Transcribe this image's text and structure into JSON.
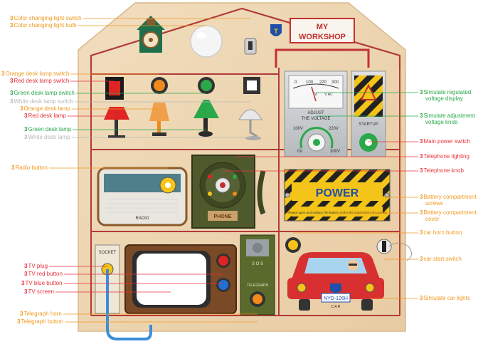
{
  "board": {
    "title_line1": "MY",
    "title_line2": "WORKSHOP",
    "voltmeter": {
      "scale": [
        "0",
        "100",
        "220",
        "300"
      ],
      "unit": "V",
      "unit_ac": "V AC",
      "caption_line1": "ADJUST",
      "caption_line2": "THE VOLTAGE",
      "knob_scale": [
        "100V",
        "220V",
        "0V",
        "300V"
      ]
    },
    "startup_label": "STARTUP",
    "radio_label": "RADIO",
    "phone_label": "PHONE",
    "power_label": "POWER",
    "power_warning": "Please open and replace the battery under the supervision of a parent",
    "socket_label": "SOCKET",
    "sos_label": "S O S",
    "telegraph_label": "TELEGRAPH",
    "license_plate": "NYD-126H",
    "car_label": "C A R"
  },
  "callouts_left": [
    {
      "num": "3",
      "text": "Color changing light switch",
      "color": "#f29a23"
    },
    {
      "num": "3",
      "text": "Color changing light bulb",
      "color": "#f29a23"
    },
    {
      "num": "3",
      "text": "Orange desk lamp switch",
      "color": "#f29a23"
    },
    {
      "num": "3",
      "text": "Red desk lamp switch",
      "color": "#e8323c"
    },
    {
      "num": "3",
      "text": "Green desk lamp switch",
      "color": "#2aa84a"
    },
    {
      "num": "3",
      "text": "White desk lamp switch",
      "color": "#b8b8b8"
    },
    {
      "num": "3",
      "text": "Orange desk lamp",
      "color": "#f29a23"
    },
    {
      "num": "3",
      "text": "Red desk lamp",
      "color": "#e8323c"
    },
    {
      "num": "3",
      "text": "Green desk lamp",
      "color": "#2aa84a"
    },
    {
      "num": "3",
      "text": "White desk lamp",
      "color": "#b8b8b8"
    },
    {
      "num": "3",
      "text": "Radio button",
      "color": "#f29a23"
    },
    {
      "num": "3",
      "text": "TV plug",
      "color": "#e8323c"
    },
    {
      "num": "3",
      "text": "TV red button",
      "color": "#e8323c"
    },
    {
      "num": "3",
      "text": "TV blue button",
      "color": "#e8323c"
    },
    {
      "num": "3",
      "text": "TV screen",
      "color": "#e8323c"
    },
    {
      "num": "3",
      "text": "Telegraph horn",
      "color": "#f29a23"
    },
    {
      "num": "3",
      "text": "Telegraph button",
      "color": "#f29a23"
    }
  ],
  "callouts_right": [
    {
      "num": "3",
      "text": "Simulate regulated",
      "text2": "voltage display",
      "color": "#2aa84a"
    },
    {
      "num": "3",
      "text": "Simulate adjustment",
      "text2": "voltage knob",
      "color": "#2aa84a"
    },
    {
      "num": "3",
      "text": "Main power switch",
      "text2": "",
      "color": "#e8323c"
    },
    {
      "num": "3",
      "text": "Telephone lighting",
      "text2": "",
      "color": "#e8323c"
    },
    {
      "num": "3",
      "text": "Telephone knob",
      "text2": "",
      "color": "#e8323c"
    },
    {
      "num": "3",
      "text": "Battery compartment",
      "text2": "screws",
      "color": "#f29a23"
    },
    {
      "num": "3",
      "text": "Battery compartment",
      "text2": "cover",
      "color": "#f29a23"
    },
    {
      "num": "3",
      "text": "car horn button",
      "text2": "",
      "color": "#f29a23"
    },
    {
      "num": "3",
      "text": "car start switch",
      "text2": "",
      "color": "#f29a23"
    },
    {
      "num": "3",
      "text": "Simulate car lights",
      "text2": "",
      "color": "#f29a23"
    }
  ]
}
